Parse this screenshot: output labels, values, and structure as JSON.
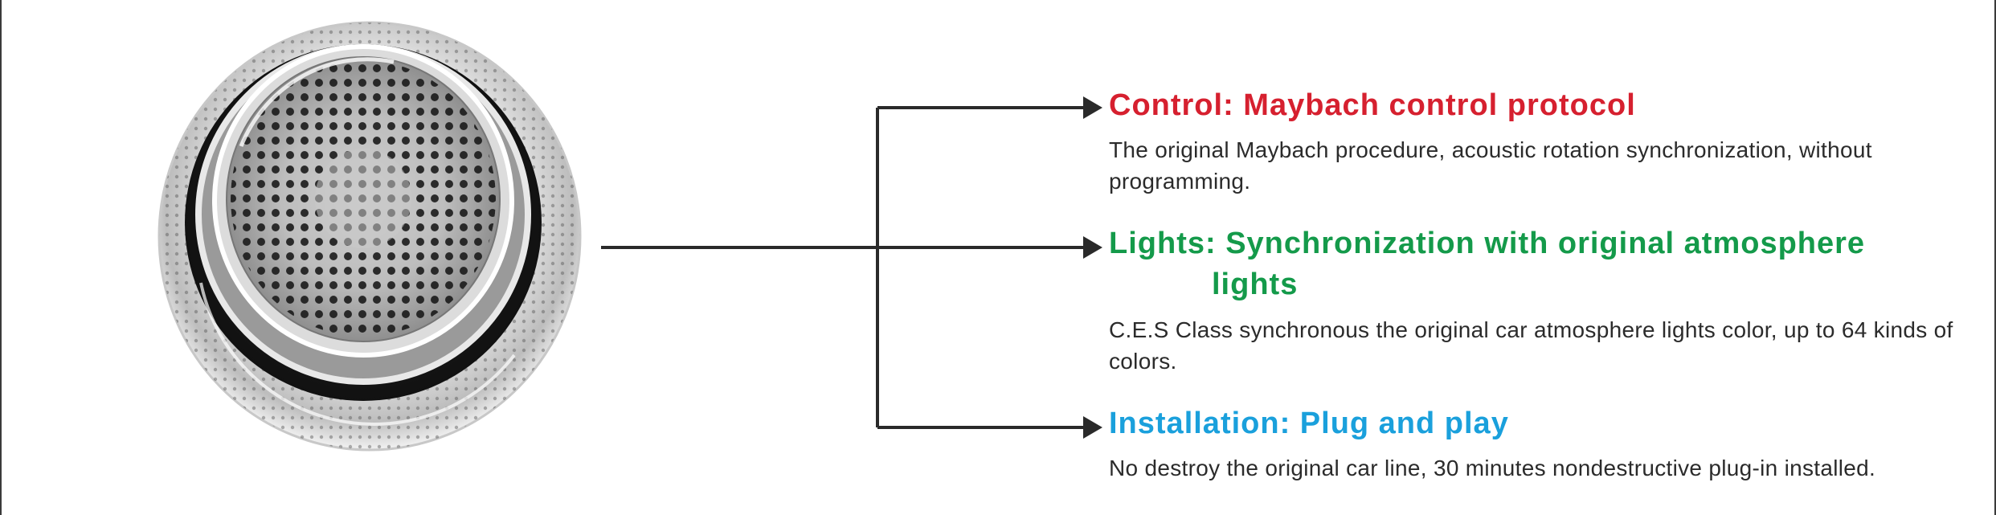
{
  "colors": {
    "control_heading": "#d6202f",
    "lights_heading": "#149a4a",
    "installation_heading": "#1aa0dc",
    "body_text": "#2b2b2b",
    "connector": "#2a2a2a"
  },
  "image": {
    "icon": "speaker-grille-icon"
  },
  "features": [
    {
      "heading": "Control: Maybach control protocol",
      "body": "The original Maybach procedure, acoustic rotation synchronization, without programming."
    },
    {
      "heading_line1": "Lights: Synchronization with original atmosphere",
      "heading_line2": "lights",
      "body": "C.E.S Class synchronous the original car atmosphere lights color, up to 64 kinds of colors."
    },
    {
      "heading": "Installation: Plug and play",
      "body": "No destroy the original car line, 30 minutes nondestructive plug-in installed."
    }
  ]
}
